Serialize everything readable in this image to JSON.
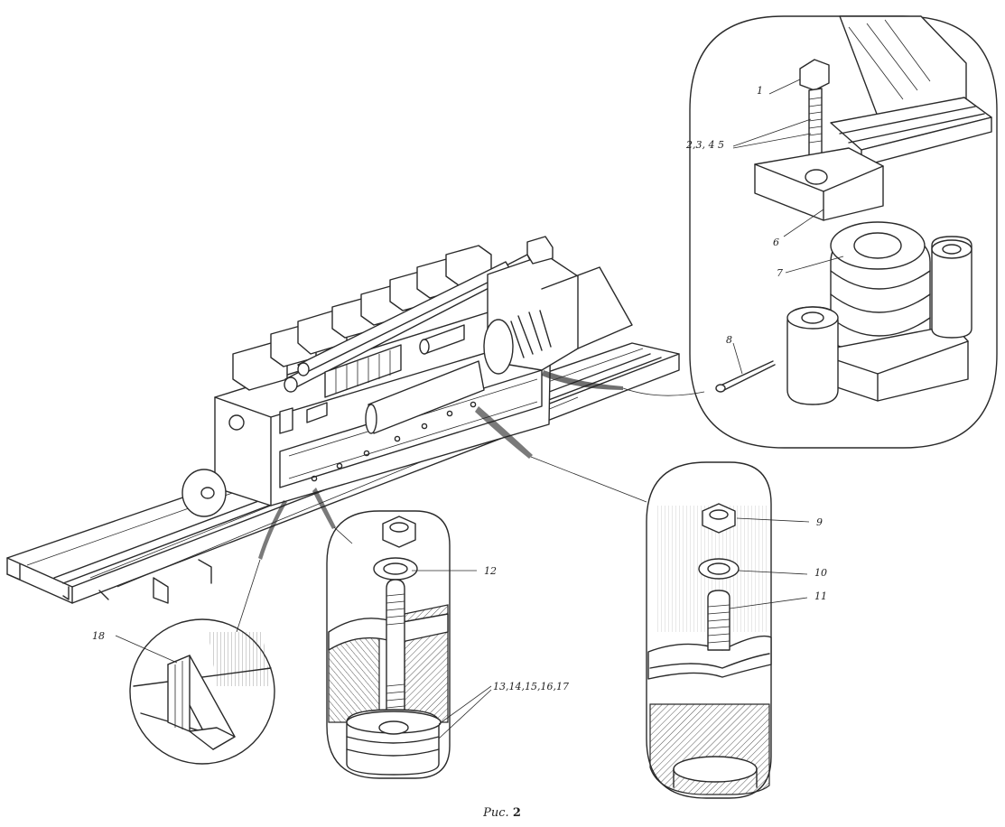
{
  "figure": {
    "caption_prefix": "Рис.",
    "caption_number": "2"
  },
  "callouts": {
    "c1": "1",
    "c2345": "2,3, 4 5",
    "c6": "6",
    "c7": "7",
    "c8": "8",
    "c9": "9",
    "c10": "10",
    "c11": "11",
    "c12": "12",
    "c1317": "13,14,15,16,17",
    "c18": "18"
  },
  "colors": {
    "ink": "#2a2a2a",
    "paper": "#ffffff"
  }
}
